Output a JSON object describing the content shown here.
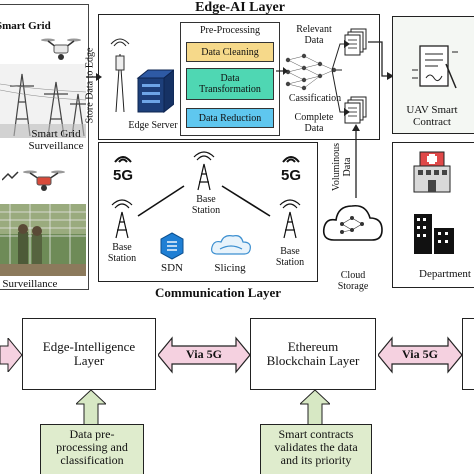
{
  "left_panel": {
    "smart_grid_title": "Smart Grid",
    "smart_grid_caption_1": "Smart Grid",
    "smart_grid_caption_2": "Surveillance",
    "border_caption": "r Surveillance"
  },
  "edge_ai": {
    "title": "Edge-AI Layer",
    "store_data_label": "Store Data to Edge",
    "edge_server_label": "Edge Server",
    "preprocessing_title": "Pre-Processing",
    "steps": [
      "Data Cleaning",
      "Data\nTransformation",
      "Data Reduction"
    ],
    "step_colors": [
      "#f6d98a",
      "#4fd7b3",
      "#5fc7ef"
    ],
    "relevant_data": "Relevant\nData",
    "classification": "Cassification",
    "complete_data": "Complete\nData",
    "voluminous_data": "Voluminous\nData"
  },
  "right_panel": {
    "uav_contract": "UAV Smart\nContract",
    "department": "Department"
  },
  "communication": {
    "title": "Communication Layer",
    "base_station": "Base\nStation",
    "fiveg": "5G",
    "sdn": "SDN",
    "slicing": "Slicing",
    "cloud_storage": "Cloud\nStorage"
  },
  "bottom": {
    "edge_intelligence": "Edge-Intelligence\nLayer",
    "via_5g_1": "Via 5G",
    "ethereum": "Ethereum\nBlockchain Layer",
    "via_5g_2": "Via 5G",
    "note_1": "Data pre-\nprocessing and\nclassification",
    "note_2": "Smart contracts\nvalidates the data\nand its priority"
  },
  "colors": {
    "note_bg": "#dfeccd",
    "via_arrow": "#f5d1e0",
    "note_arrow": "#d7e8c4",
    "uav_box_bg": "#f4f7f3"
  }
}
